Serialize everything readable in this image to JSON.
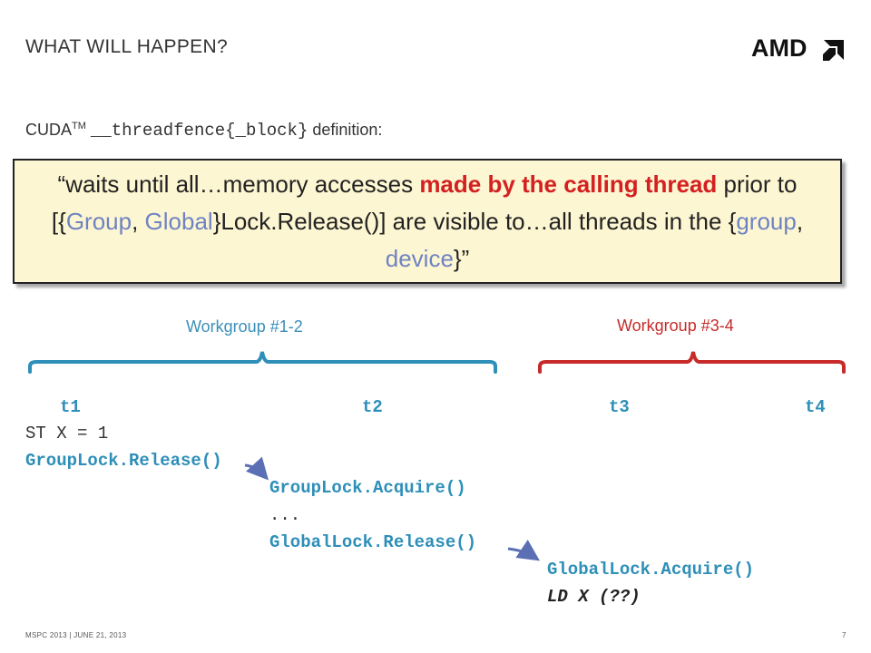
{
  "title": "WHAT WILL HAPPEN?",
  "logo_text": "AMD",
  "subtitle": {
    "cuda": "CUDA",
    "tm": "TM",
    "func": "__threadfence{_block}",
    "rest": " definition:"
  },
  "quote": {
    "q1": "“waits until all…memory accesses ",
    "q2": "made by the calling thread",
    "q3": " prior to [{",
    "q4": "Group",
    "q5": ", ",
    "q6": "Global",
    "q7": "}Lock.Release()] are visible to…all threads in the {",
    "q8": "group",
    "q9": ", ",
    "q10": "device",
    "q11": "}”"
  },
  "workgroups": {
    "wg1": "Workgroup #1-2",
    "wg2": "Workgroup #3-4"
  },
  "threads": {
    "t1": "t1",
    "t2": "t2",
    "t3": "t3",
    "t4": "t4"
  },
  "code": {
    "st": "ST X = 1",
    "group_release": "GroupLock.Release()",
    "group_acquire": "GroupLock.Acquire()",
    "dots": "...",
    "global_release": "GlobalLock.Release()",
    "global_acquire": "GlobalLock.Acquire()",
    "ld": "LD X (??)"
  },
  "footer": {
    "text": "MSPC 2013   |   JUNE 21, 2013",
    "page": "7"
  },
  "colors": {
    "red": "#d42020",
    "blue_text": "#6f83c2",
    "code_blue": "#2e8fb8",
    "wg_red": "#c72a2a",
    "quote_bg": "#fdf6d2"
  }
}
